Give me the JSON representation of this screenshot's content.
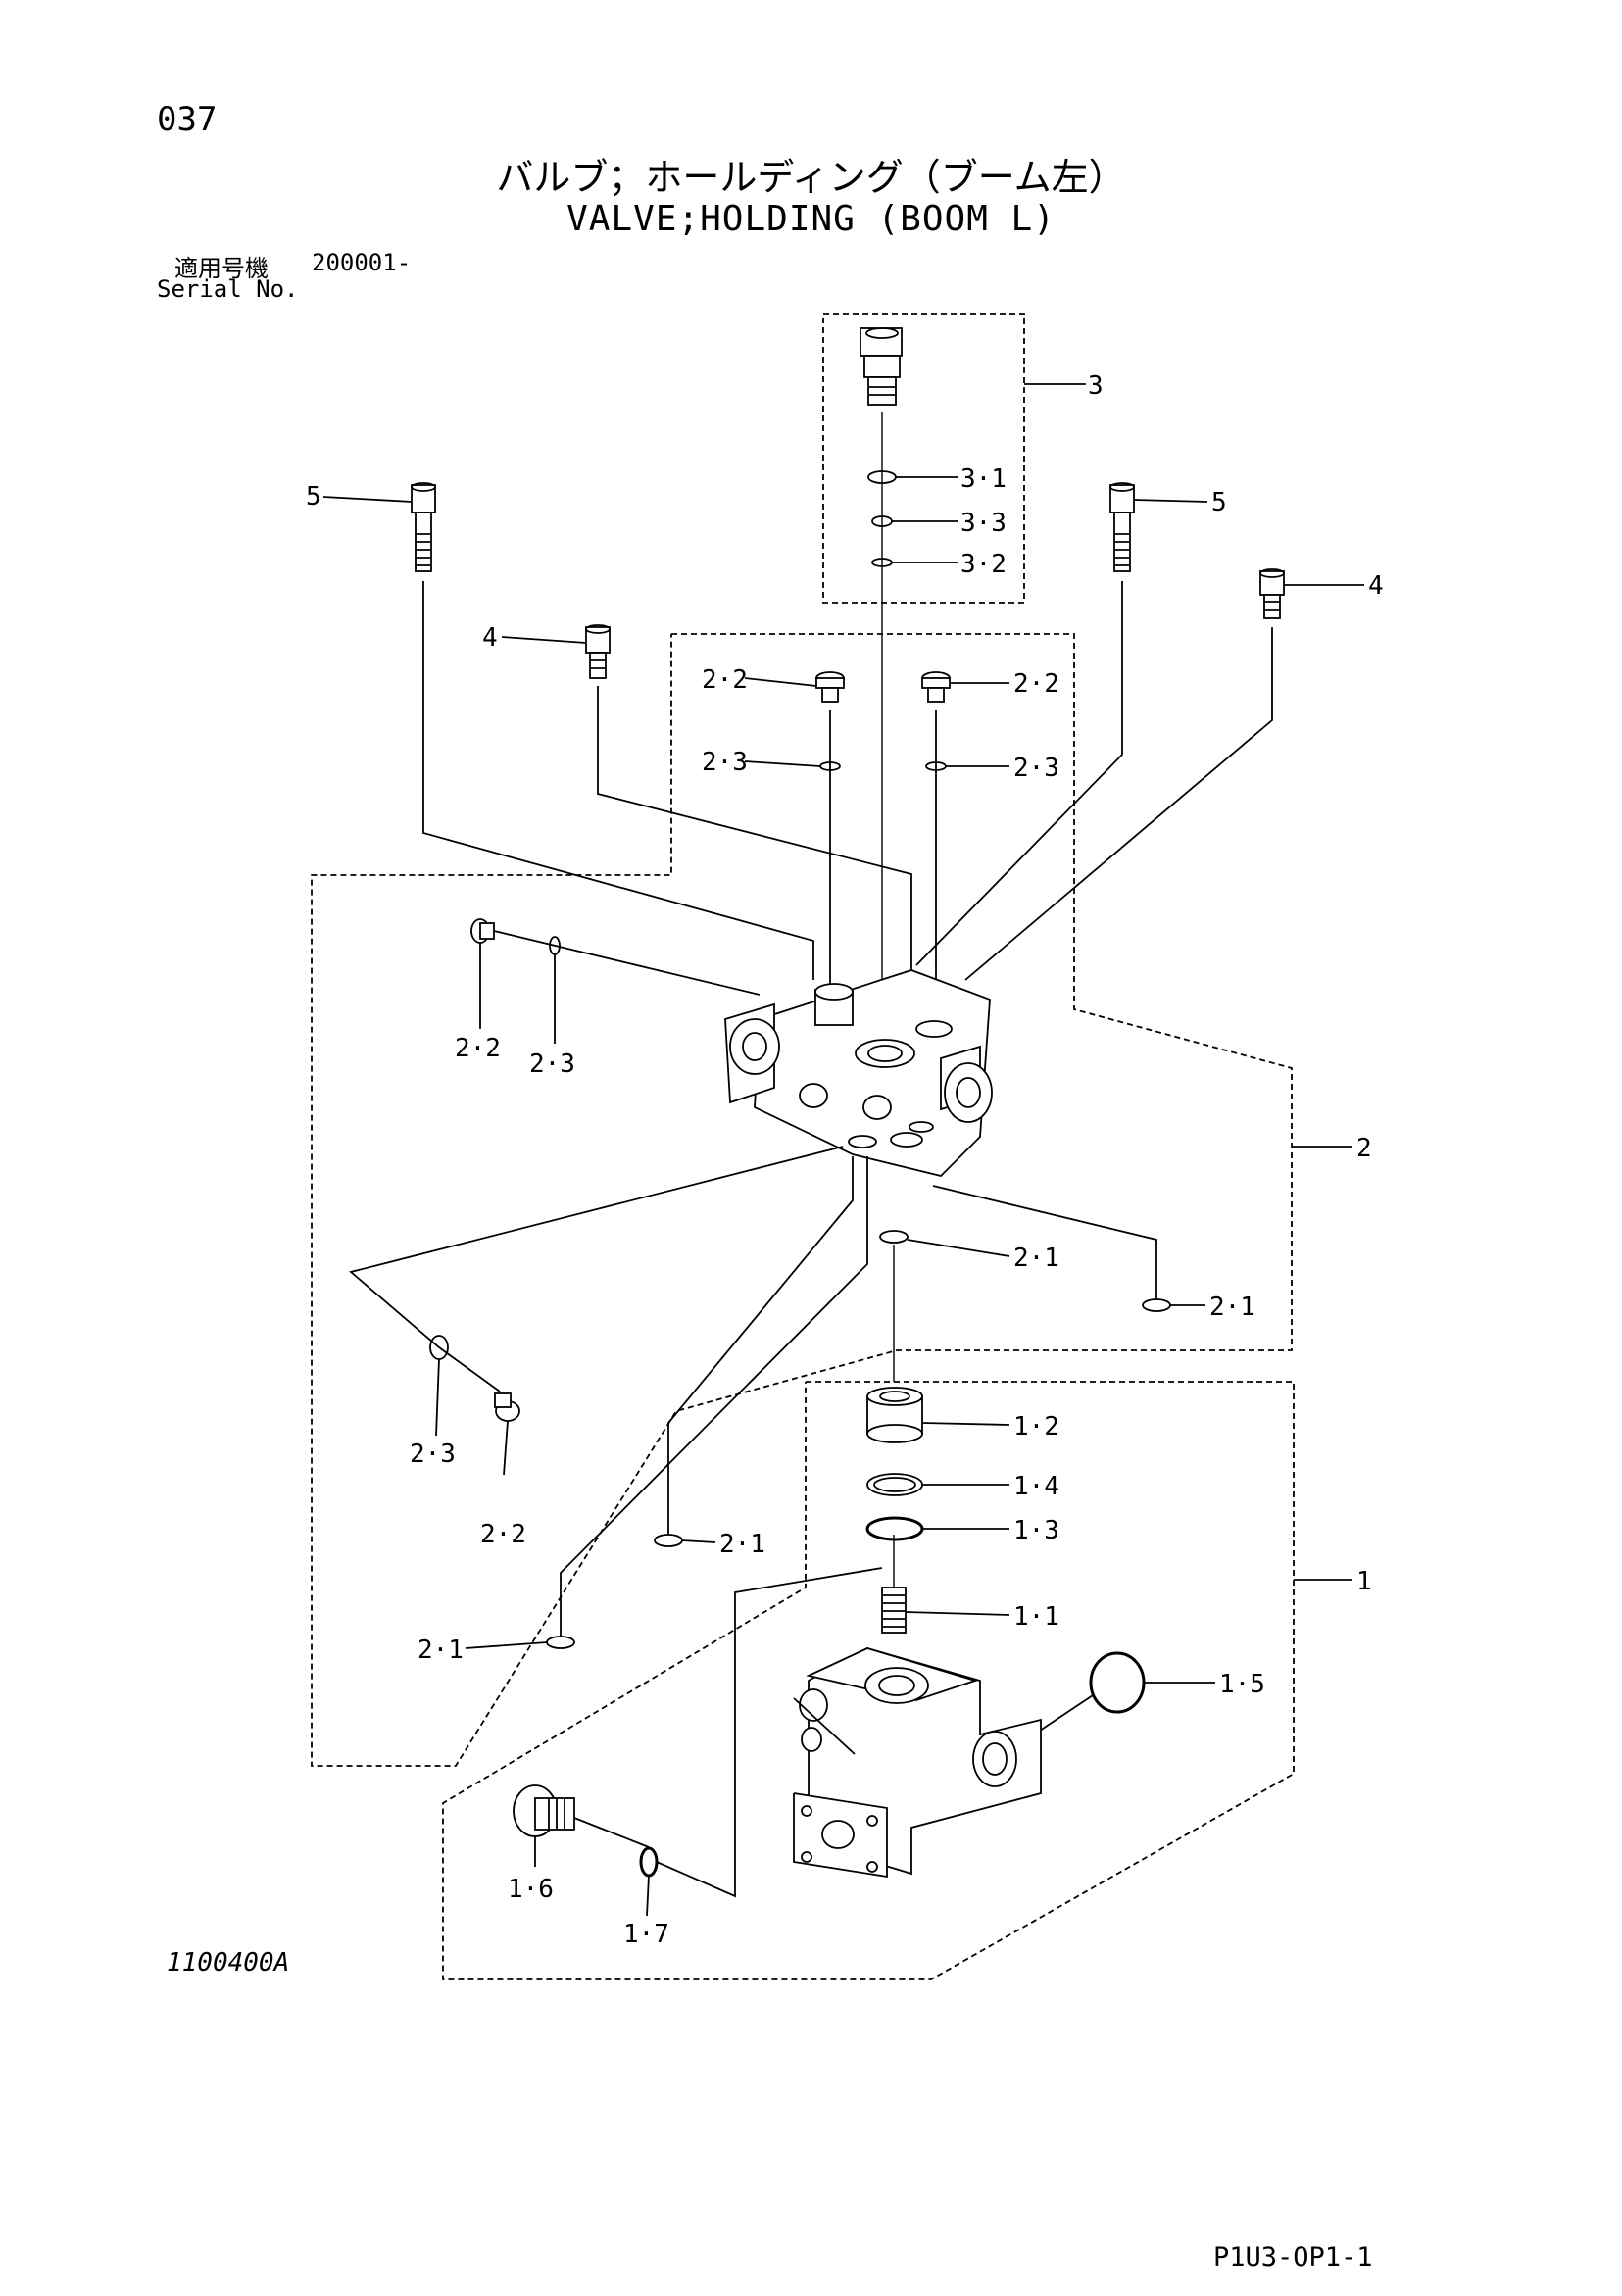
{
  "page": {
    "number": "037",
    "title_ja": "バルブ；ホールディング（ブーム左）",
    "title_en": "VALVE;HOLDING (BOOM L)",
    "serial_label_ja": "適用号機",
    "serial_value": "200001-",
    "serial_label_en": "Serial No.",
    "diagram_code": "1100400A",
    "page_code": "P1U3-OP1-1"
  },
  "callouts": [
    "3",
    "3·1",
    "3·3",
    "3·2",
    "5",
    "5",
    "4",
    "4",
    "2·2",
    "2·2",
    "2·3",
    "2·3",
    "2·2",
    "2·3",
    "2",
    "2·1",
    "2·1",
    "2·3",
    "2·2",
    "2·1",
    "2·1",
    "1·2",
    "1·4",
    "1·3",
    "1",
    "1·1",
    "1·5",
    "1·6",
    "1·7"
  ]
}
